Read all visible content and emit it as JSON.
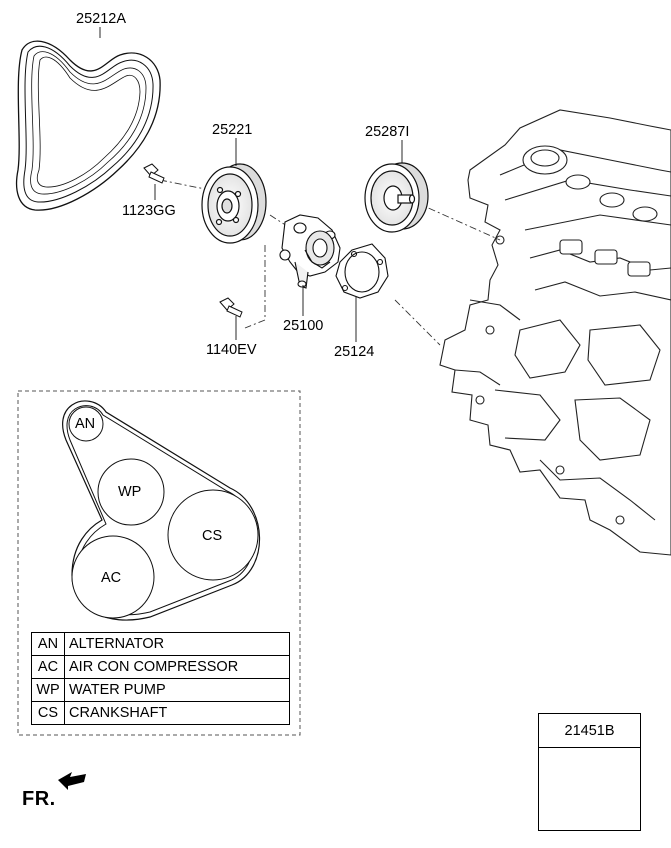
{
  "part_labels": {
    "belt": "25212A",
    "idler_pulley": "25221",
    "bolt_upper": "1123GG",
    "tensioner_pulley": "25287I",
    "water_pump": "25100",
    "bolt_lower": "1140EV",
    "gasket": "25124",
    "sealant": "21451B"
  },
  "belt_routing": {
    "pulleys": [
      {
        "code": "AN"
      },
      {
        "code": "WP"
      },
      {
        "code": "CS"
      },
      {
        "code": "AC"
      }
    ]
  },
  "legend": [
    {
      "code": "AN",
      "name": "ALTERNATOR"
    },
    {
      "code": "AC",
      "name": "AIR CON COMPRESSOR"
    },
    {
      "code": "WP",
      "name": "WATER PUMP"
    },
    {
      "code": "CS",
      "name": "CRANKSHAFT"
    }
  ],
  "direction": {
    "label": "FR."
  }
}
